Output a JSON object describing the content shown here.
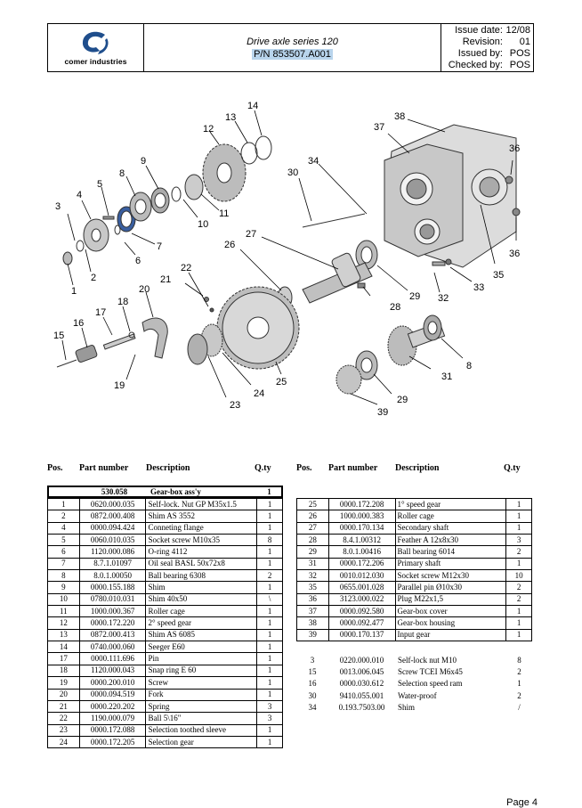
{
  "header": {
    "brand": "comer industries",
    "title": "Drive axle series 120",
    "part_number": "P/N 853507.A001",
    "meta": [
      {
        "label": "Issue date:",
        "value": "12/08"
      },
      {
        "label": "Revision:",
        "value": "01"
      },
      {
        "label": "Issued by:",
        "value": "POS"
      },
      {
        "label": "Checked by:",
        "value": "POS"
      }
    ]
  },
  "diagram": {
    "callouts": [
      "1",
      "2",
      "3",
      "4",
      "5",
      "6",
      "7",
      "8",
      "9",
      "10",
      "11",
      "12",
      "13",
      "14",
      "15",
      "16",
      "17",
      "18",
      "19",
      "20",
      "21",
      "22",
      "23",
      "24",
      "25",
      "26",
      "27",
      "28",
      "29",
      "29",
      "30",
      "31",
      "32",
      "33",
      "34",
      "35",
      "36",
      "36",
      "37",
      "38",
      "39",
      "8",
      "29"
    ]
  },
  "columns": {
    "pos": "Pos.",
    "part_number": "Part number",
    "description": "Description",
    "qty": "Q.ty"
  },
  "assembly": {
    "part_number": "530.058",
    "description": "Gear-box ass'y",
    "qty": "1"
  },
  "left_rows": [
    {
      "pos": "1",
      "pn": "0620.000.035",
      "desc": "Self-lock. Nut GP M35x1.5",
      "qty": "1"
    },
    {
      "pos": "2",
      "pn": "0872.000.408",
      "desc": "Shim AS 3552",
      "qty": "1"
    },
    {
      "pos": "4",
      "pn": "0000.094.424",
      "desc": "Conneting flange",
      "qty": "1"
    },
    {
      "pos": "5",
      "pn": "0060.010.035",
      "desc": "Socket screw M10x35",
      "qty": "8"
    },
    {
      "pos": "6",
      "pn": "1120.000.086",
      "desc": "O-ring 4112",
      "qty": "1"
    },
    {
      "pos": "7",
      "pn": "8.7.1.01097",
      "desc": "Oil seal BASL 50x72x8",
      "qty": "1"
    },
    {
      "pos": "8",
      "pn": "8.0.1.00050",
      "desc": "Ball bearing 6308",
      "qty": "2"
    },
    {
      "pos": "9",
      "pn": "0000.155.188",
      "desc": "Shim",
      "qty": "1"
    },
    {
      "pos": "10",
      "pn": "0780.010.031",
      "desc": "Shim 40x50",
      "qty": "\\"
    },
    {
      "pos": "11",
      "pn": "1000.000.367",
      "desc": "Roller cage",
      "qty": "1"
    },
    {
      "pos": "12",
      "pn": "0000.172.220",
      "desc": "2° speed gear",
      "qty": "1"
    },
    {
      "pos": "13",
      "pn": "0872.000.413",
      "desc": "Shim AS 6085",
      "qty": "1"
    },
    {
      "pos": "14",
      "pn": "0740.000.060",
      "desc": "Seeger E60",
      "qty": "1"
    },
    {
      "pos": "17",
      "pn": "0000.111.696",
      "desc": "Pin",
      "qty": "1"
    },
    {
      "pos": "18",
      "pn": "1120.000.043",
      "desc": "Snap ring E 60",
      "qty": "1"
    },
    {
      "pos": "19",
      "pn": "0000.200.010",
      "desc": "Screw",
      "qty": "1"
    },
    {
      "pos": "20",
      "pn": "0000.094.519",
      "desc": "Fork",
      "qty": "1"
    },
    {
      "pos": "21",
      "pn": "0000.220.202",
      "desc": "Spring",
      "qty": "3"
    },
    {
      "pos": "22",
      "pn": "1190.000.079",
      "desc": "Ball  5\\16\"",
      "qty": "3"
    },
    {
      "pos": "23",
      "pn": "0000.172.088",
      "desc": "Selection toothed sleeve",
      "qty": "1"
    },
    {
      "pos": "24",
      "pn": "0000.172.205",
      "desc": "Selection gear",
      "qty": "1"
    }
  ],
  "right_rows": [
    {
      "pos": "25",
      "pn": "0000.172.208",
      "desc": "1° speed gear",
      "qty": "1"
    },
    {
      "pos": "26",
      "pn": "1000.000.383",
      "desc": "Roller cage",
      "qty": "1"
    },
    {
      "pos": "27",
      "pn": "0000.170.134",
      "desc": "Secondary shaft",
      "qty": "1"
    },
    {
      "pos": "28",
      "pn": "8.4.1.00312",
      "desc": "Feather A 12x8x30",
      "qty": "3"
    },
    {
      "pos": "29",
      "pn": "8.0.1.00416",
      "desc": "Ball bearing 6014",
      "qty": "2"
    },
    {
      "pos": "31",
      "pn": "0000.172.206",
      "desc": "Primary shaft",
      "qty": "1"
    },
    {
      "pos": "32",
      "pn": "0010.012.030",
      "desc": "Socket screw M12x30",
      "qty": "10"
    },
    {
      "pos": "35",
      "pn": "0655.001.028",
      "desc": "Parallel pin Ø10x30",
      "qty": "2"
    },
    {
      "pos": "36",
      "pn": "3123.000.022",
      "desc": "Plug M22x1,5",
      "qty": "2"
    },
    {
      "pos": "37",
      "pn": "0000.092.580",
      "desc": "Gear-box cover",
      "qty": "1"
    },
    {
      "pos": "38",
      "pn": "0000.092.477",
      "desc": "Gear-box housing",
      "qty": "1"
    },
    {
      "pos": "39",
      "pn": "0000.170.137",
      "desc": "Input gear",
      "qty": "1"
    }
  ],
  "extra_rows": [
    {
      "pos": "3",
      "pn": "0220.000.010",
      "desc": "Self-lock nut M10",
      "qty": "8"
    },
    {
      "pos": "15",
      "pn": "0013.006.045",
      "desc": "Screw TCEI M6x45",
      "qty": "2"
    },
    {
      "pos": "16",
      "pn": "0000.030.612",
      "desc": "Selection speed ram",
      "qty": "1"
    },
    {
      "pos": "30",
      "pn": "9410.055.001",
      "desc": "Water-proof",
      "qty": "2"
    },
    {
      "pos": "34",
      "pn": "0.193.7503.00",
      "desc": "Shim",
      "qty": "/"
    }
  ],
  "footer": {
    "page": "Page 4"
  },
  "colors": {
    "logo_blue": "#1f4e8c",
    "pn_highlight": "#b8d4ec"
  }
}
